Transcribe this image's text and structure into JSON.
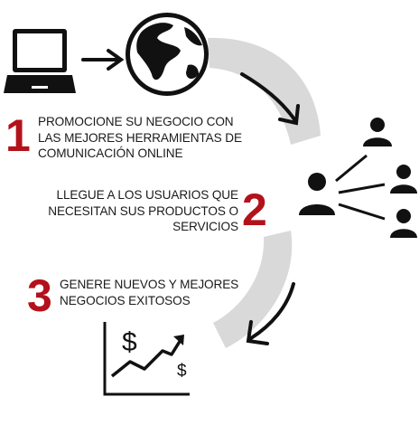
{
  "colors": {
    "accent": "#b3121b",
    "arc": "#d9d9d9",
    "ink": "#111111"
  },
  "steps": [
    {
      "number": "1",
      "lines": [
        "PROMOCIONE SU NEGOCIO CON",
        "LAS MEJORES HERRAMIENTAS DE",
        "COMUNICACIÓN ONLINE"
      ]
    },
    {
      "number": "2",
      "lines": [
        "LLEGUE A LOS USUARIOS QUE",
        "NECESITAN SUS PRODUCTOS O",
        "SERVICIOS"
      ]
    },
    {
      "number": "3",
      "lines": [
        "GENERE NUEVOS Y MEJORES",
        "NEGOCIOS EXITOSOS"
      ]
    }
  ],
  "icons": [
    "laptop-icon",
    "globe-icon",
    "users-network-icon",
    "growth-chart-icon"
  ],
  "chart_symbols": {
    "dollar_large": "$",
    "dollar_small": "$"
  }
}
